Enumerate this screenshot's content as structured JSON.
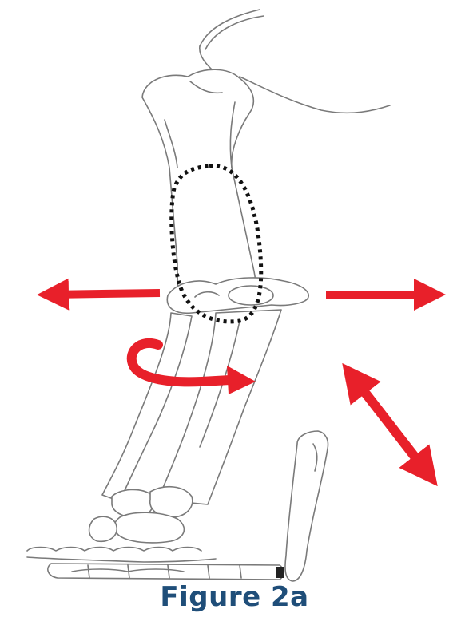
{
  "figure": {
    "caption": "Figure 2a",
    "caption_color": "#1f4e79",
    "arrow_color": "#e8202a",
    "outline_color": "#7a7a7a",
    "marker_color": "#111111"
  },
  "markers": {
    "dotted_outline": "dotted-ellipse-marker",
    "arrows": [
      "arrow-left",
      "arrow-right",
      "rotation-arrow",
      "double-headed-arrow"
    ]
  }
}
